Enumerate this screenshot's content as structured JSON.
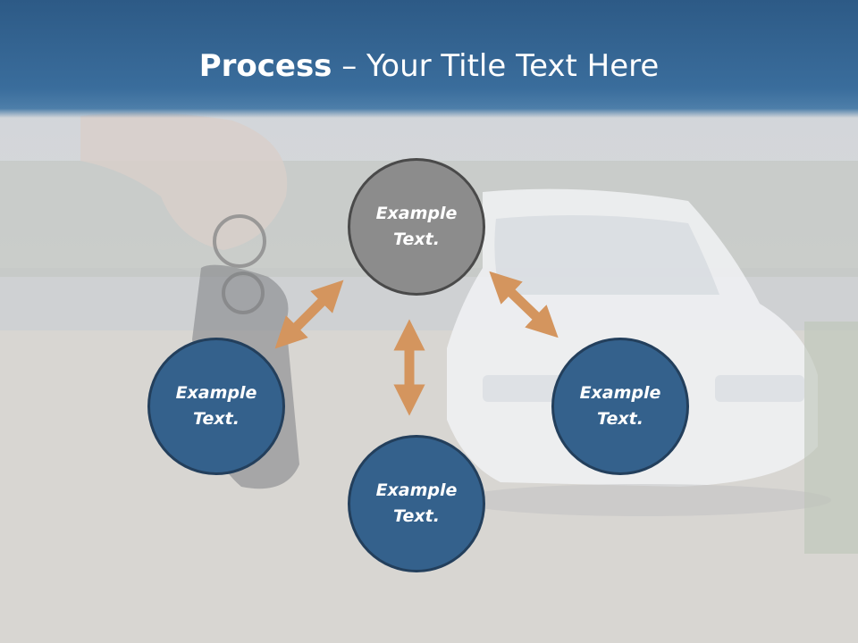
{
  "title": {
    "bold": "Process",
    "rest": " – Your Title Text Here"
  },
  "nodes": {
    "top": "Example\nText.",
    "left": "Example\nText.",
    "right": "Example\nText.",
    "bottom": "Example\nText."
  },
  "colors": {
    "header": "#3a6d9c",
    "node_blue": "#34618c",
    "node_gray": "#8c8c8c",
    "arrow": "#d4955e"
  },
  "background_photo": "car-keys-and-white-car"
}
